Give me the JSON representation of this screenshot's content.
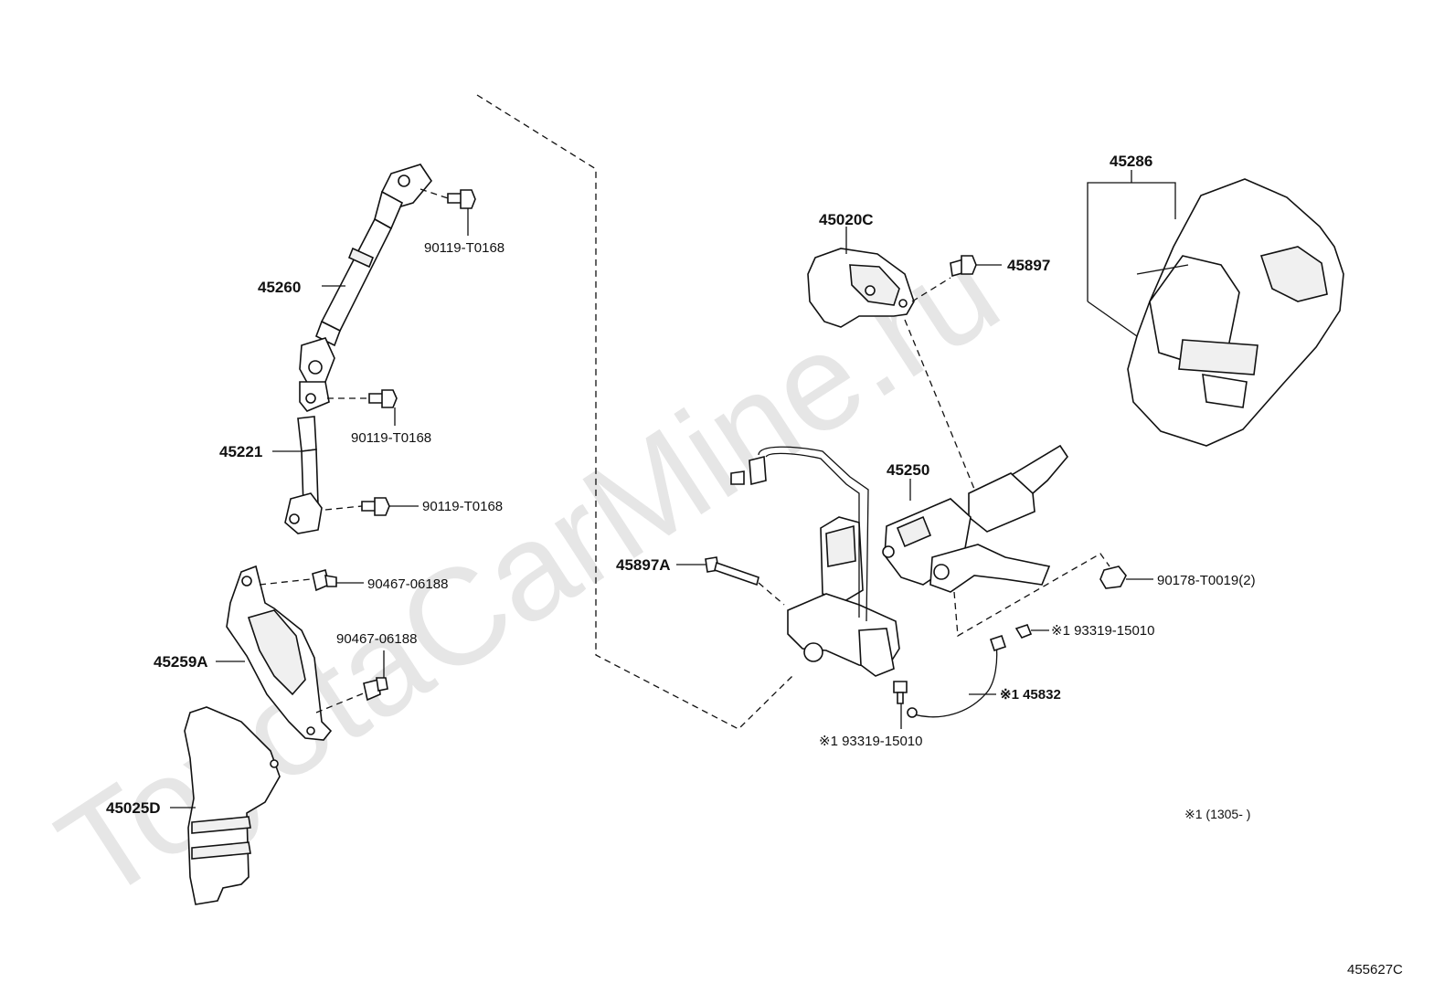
{
  "watermark": "ToyotaCarMine.ru",
  "diagram_code": "455627C",
  "note": "※1 (1305-      )",
  "labels": {
    "p45260": "45260",
    "p45221": "45221",
    "p90119_a": "90119-T0168",
    "p90119_b": "90119-T0168",
    "p90119_c": "90119-T0168",
    "p90467_a": "90467-06188",
    "p90467_b": "90467-06188",
    "p45259A": "45259A",
    "p45025D": "45025D",
    "p45020C": "45020C",
    "p45897": "45897",
    "p45286": "45286",
    "p45250": "45250",
    "p45897A": "45897A",
    "p90178": "90178-T0019(2)",
    "p93319_a": "※1 93319-15010",
    "p45832": "※1 45832",
    "p93319_b": "※1 93319-15010"
  },
  "icons": {
    "universal_joint_shaft": "intermediate-shaft-icon",
    "lower_shaft": "steering-shaft-icon",
    "bolt": "bolt-icon",
    "clip": "clip-icon",
    "dust_cover": "dust-cover-icon",
    "boot": "steering-boot-icon",
    "column_assembly": "steering-column-icon",
    "column_cover": "column-cover-icon",
    "lock_bracket": "lock-bracket-icon",
    "ground_wire": "ground-wire-icon"
  }
}
